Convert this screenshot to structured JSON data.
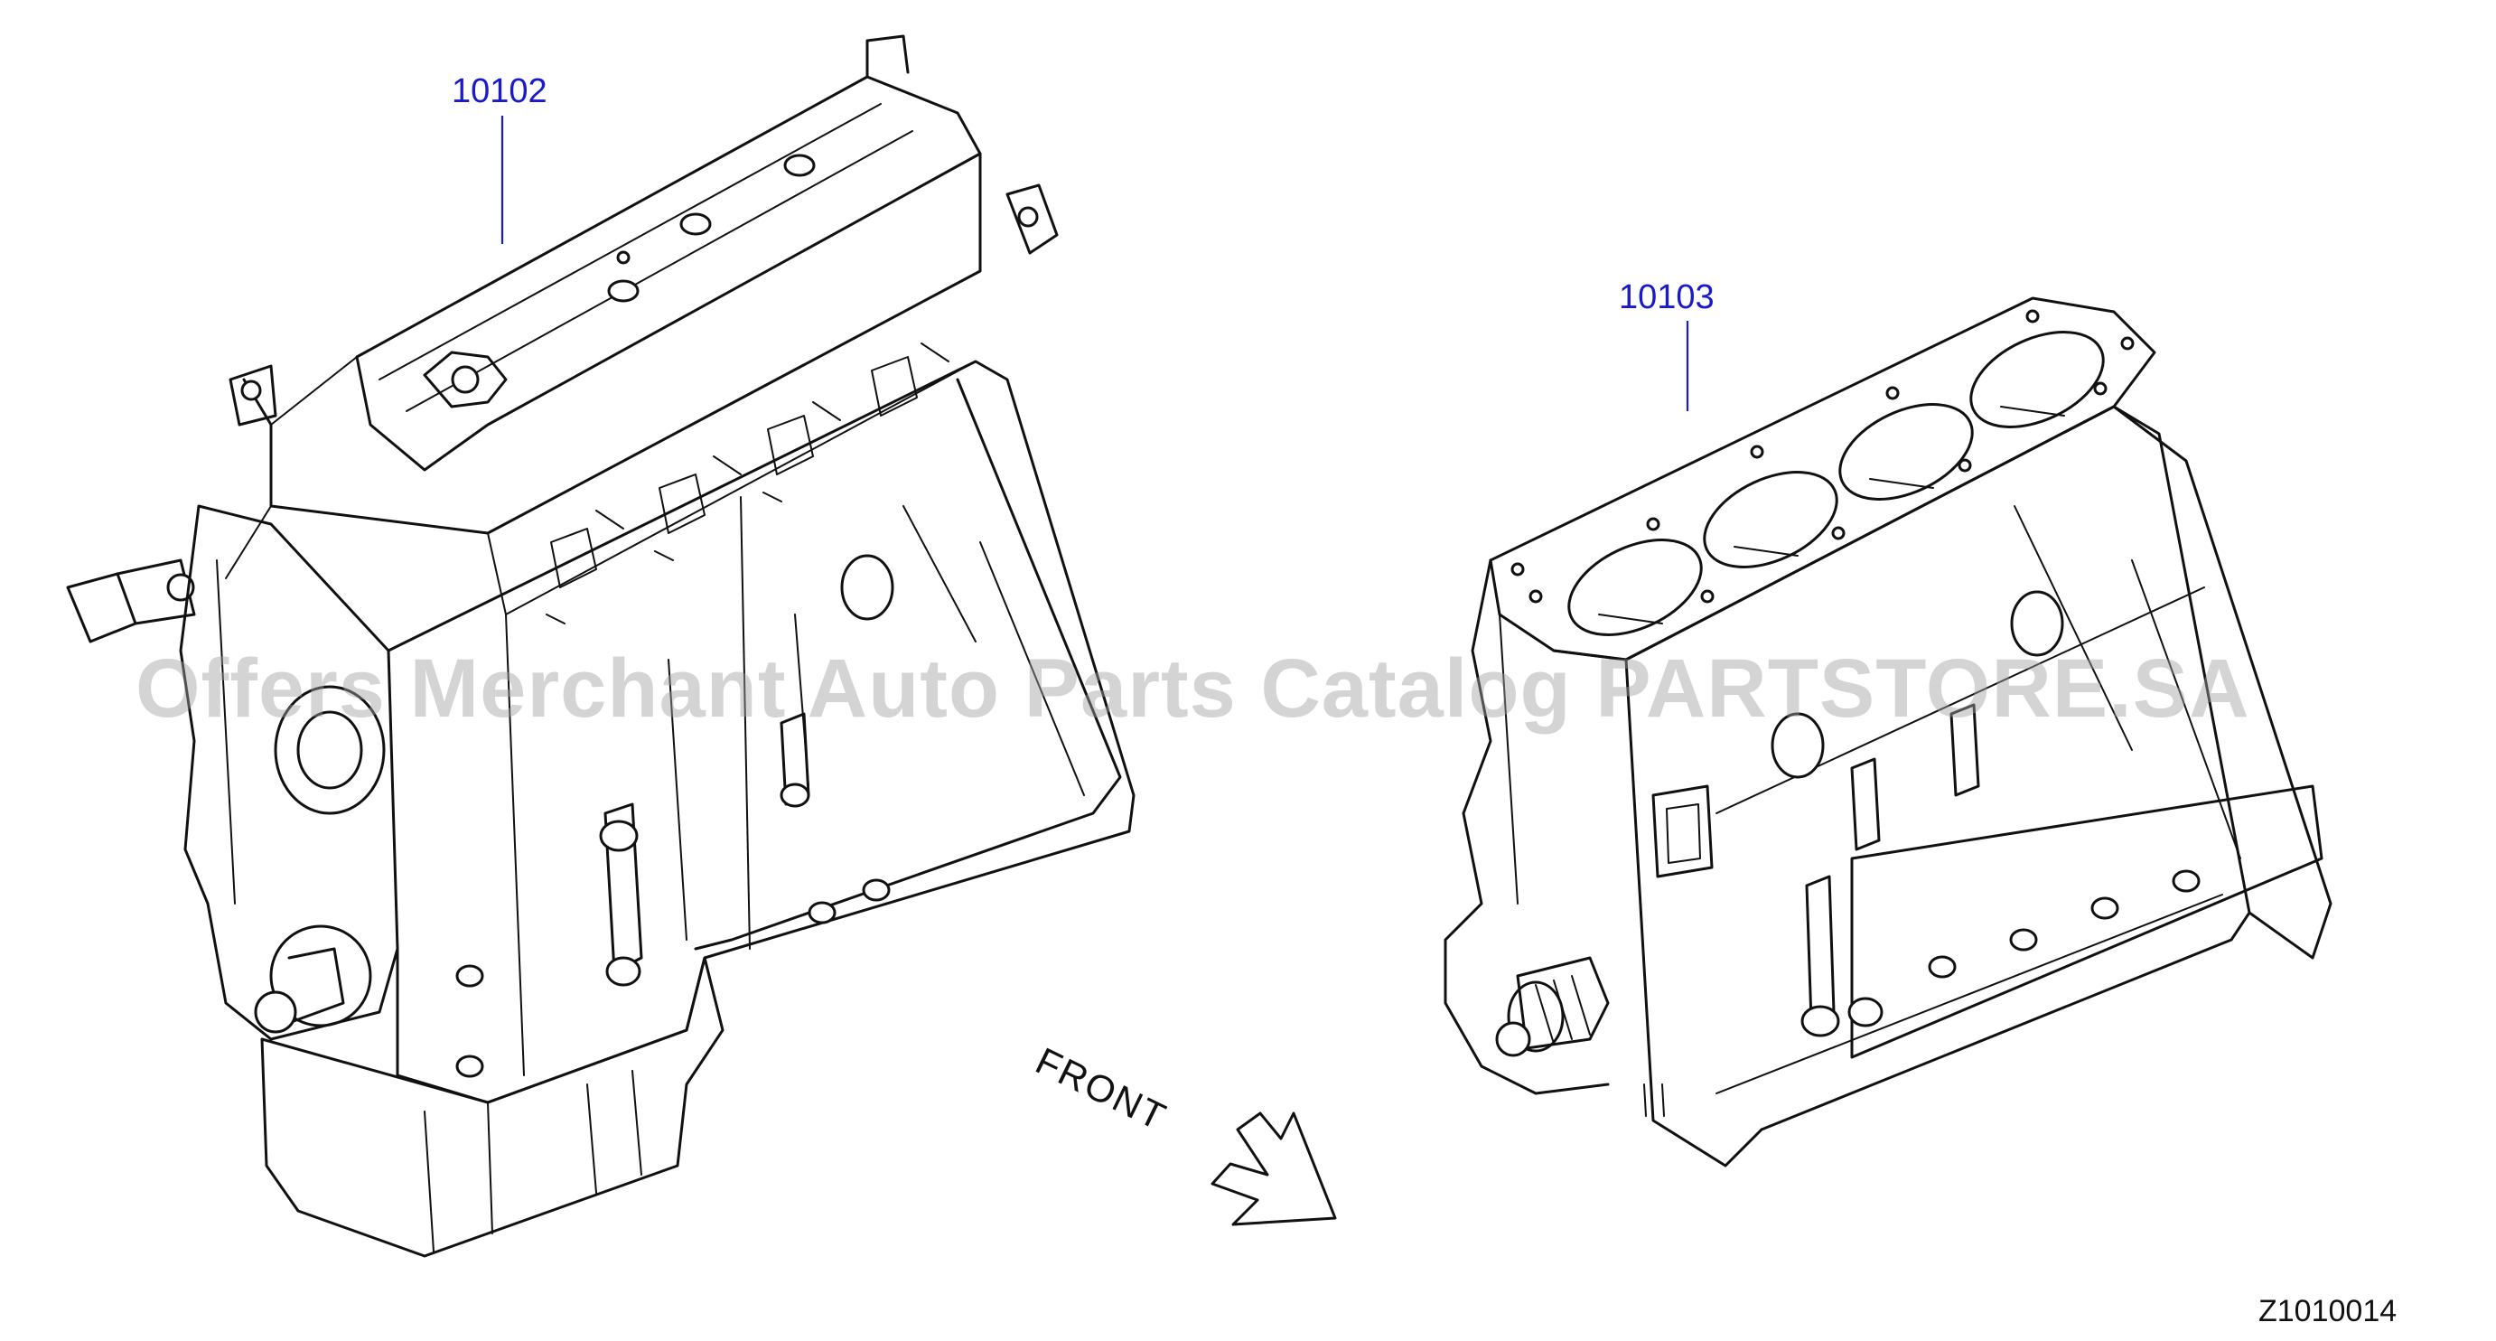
{
  "diagram": {
    "callouts": [
      {
        "id": "10102",
        "label": "10102"
      },
      {
        "id": "10103",
        "label": "10103"
      }
    ],
    "front_label": "FRONT",
    "figure_id": "Z1010014",
    "watermark": "Offers Merchant Auto Parts Catalog PARTSTORE.SA"
  }
}
